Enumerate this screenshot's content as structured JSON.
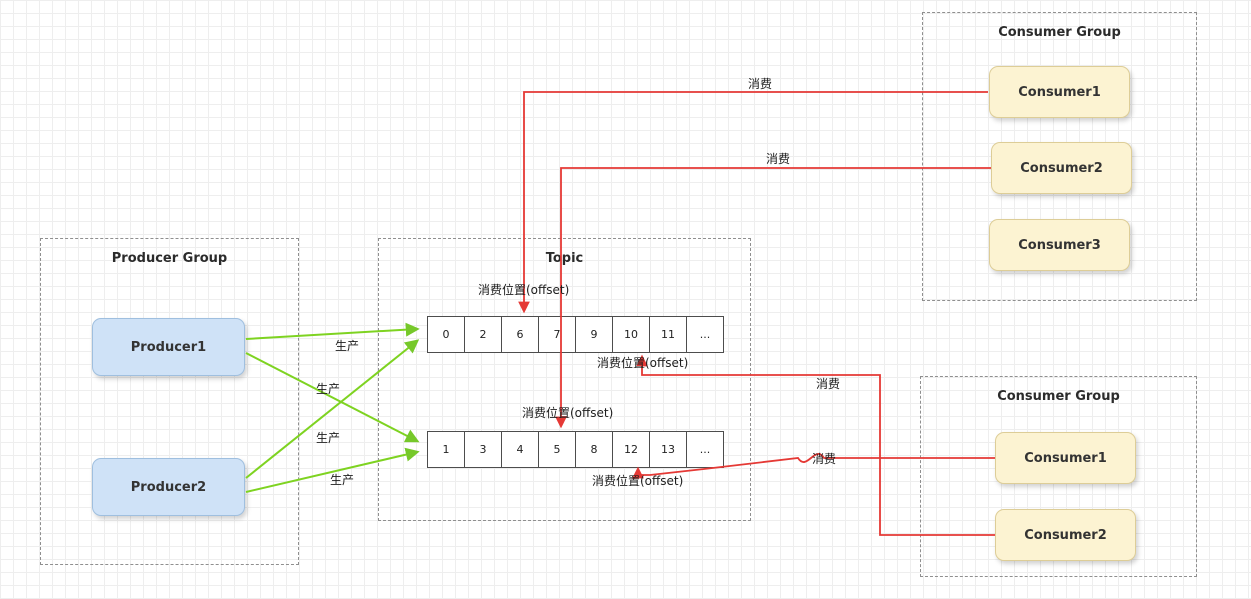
{
  "diagram": {
    "producer_group": {
      "title": "Producer Group",
      "producers": [
        {
          "label": "Producer1"
        },
        {
          "label": "Producer2"
        }
      ]
    },
    "topic": {
      "title": "Topic",
      "queues": [
        {
          "cells": [
            "0",
            "2",
            "6",
            "7",
            "9",
            "10",
            "11",
            "..."
          ]
        },
        {
          "cells": [
            "1",
            "3",
            "4",
            "5",
            "8",
            "12",
            "13",
            "..."
          ]
        }
      ]
    },
    "consumer_group_top": {
      "title": "Consumer Group",
      "consumers": [
        {
          "label": "Consumer1"
        },
        {
          "label": "Consumer2"
        },
        {
          "label": "Consumer3"
        }
      ]
    },
    "consumer_group_bottom": {
      "title": "Consumer Group",
      "consumers": [
        {
          "label": "Consumer1"
        },
        {
          "label": "Consumer2"
        }
      ]
    },
    "labels": {
      "produce": "生产",
      "consume": "消费",
      "offset": "消费位置(offset)"
    },
    "colors": {
      "produce_arrow": "#7ED321",
      "consume_arrow": "#E53935",
      "producer_fill": "#CFE2F7",
      "consumer_fill": "#FCF3D2"
    }
  }
}
